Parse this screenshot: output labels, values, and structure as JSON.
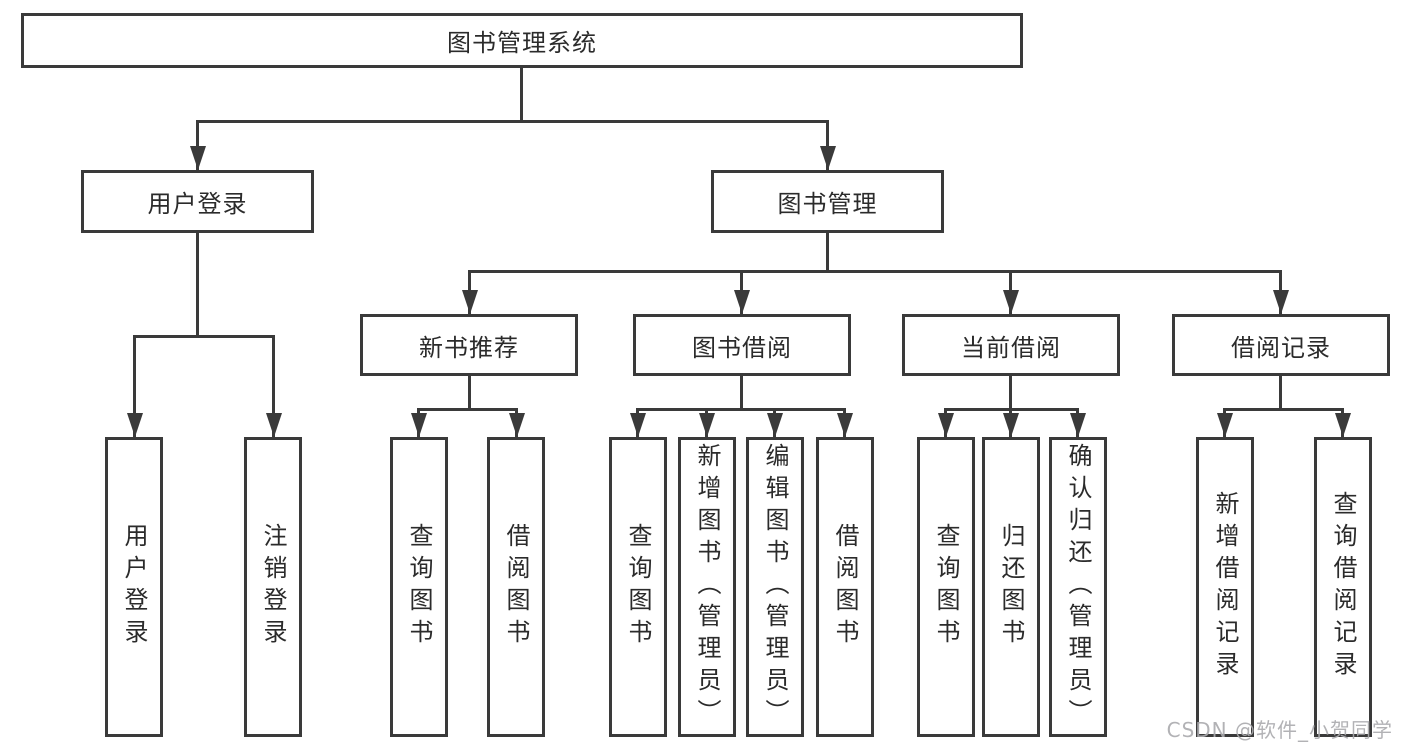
{
  "diagram_title": "图书管理系统",
  "watermark": "CSDN @软件_小贺同学",
  "colors": {
    "line": "#3a3a3a",
    "text": "#2b2b2b",
    "box_background": "#ffffff",
    "page_background": "#ffffff",
    "watermark": "#aaaaae"
  },
  "tree": {
    "root": {
      "label": "图书管理系统",
      "children": [
        {
          "label": "用户登录",
          "children": [
            {
              "label": "用户登录"
            },
            {
              "label": "注销登录"
            }
          ]
        },
        {
          "label": "图书管理",
          "children": [
            {
              "label": "新书推荐",
              "children": [
                {
                  "label": "查询图书"
                },
                {
                  "label": "借阅图书"
                }
              ]
            },
            {
              "label": "图书借阅",
              "children": [
                {
                  "label": "查询图书"
                },
                {
                  "label": "新增图书（管理员）"
                },
                {
                  "label": "编辑图书（管理员）"
                },
                {
                  "label": "借阅图书"
                }
              ]
            },
            {
              "label": "当前借阅",
              "children": [
                {
                  "label": "查询图书"
                },
                {
                  "label": "归还图书"
                },
                {
                  "label": "确认归还（管理员）"
                }
              ]
            },
            {
              "label": "借阅记录",
              "children": [
                {
                  "label": "新增借阅记录"
                },
                {
                  "label": "查询借阅记录"
                }
              ]
            }
          ]
        }
      ]
    }
  }
}
